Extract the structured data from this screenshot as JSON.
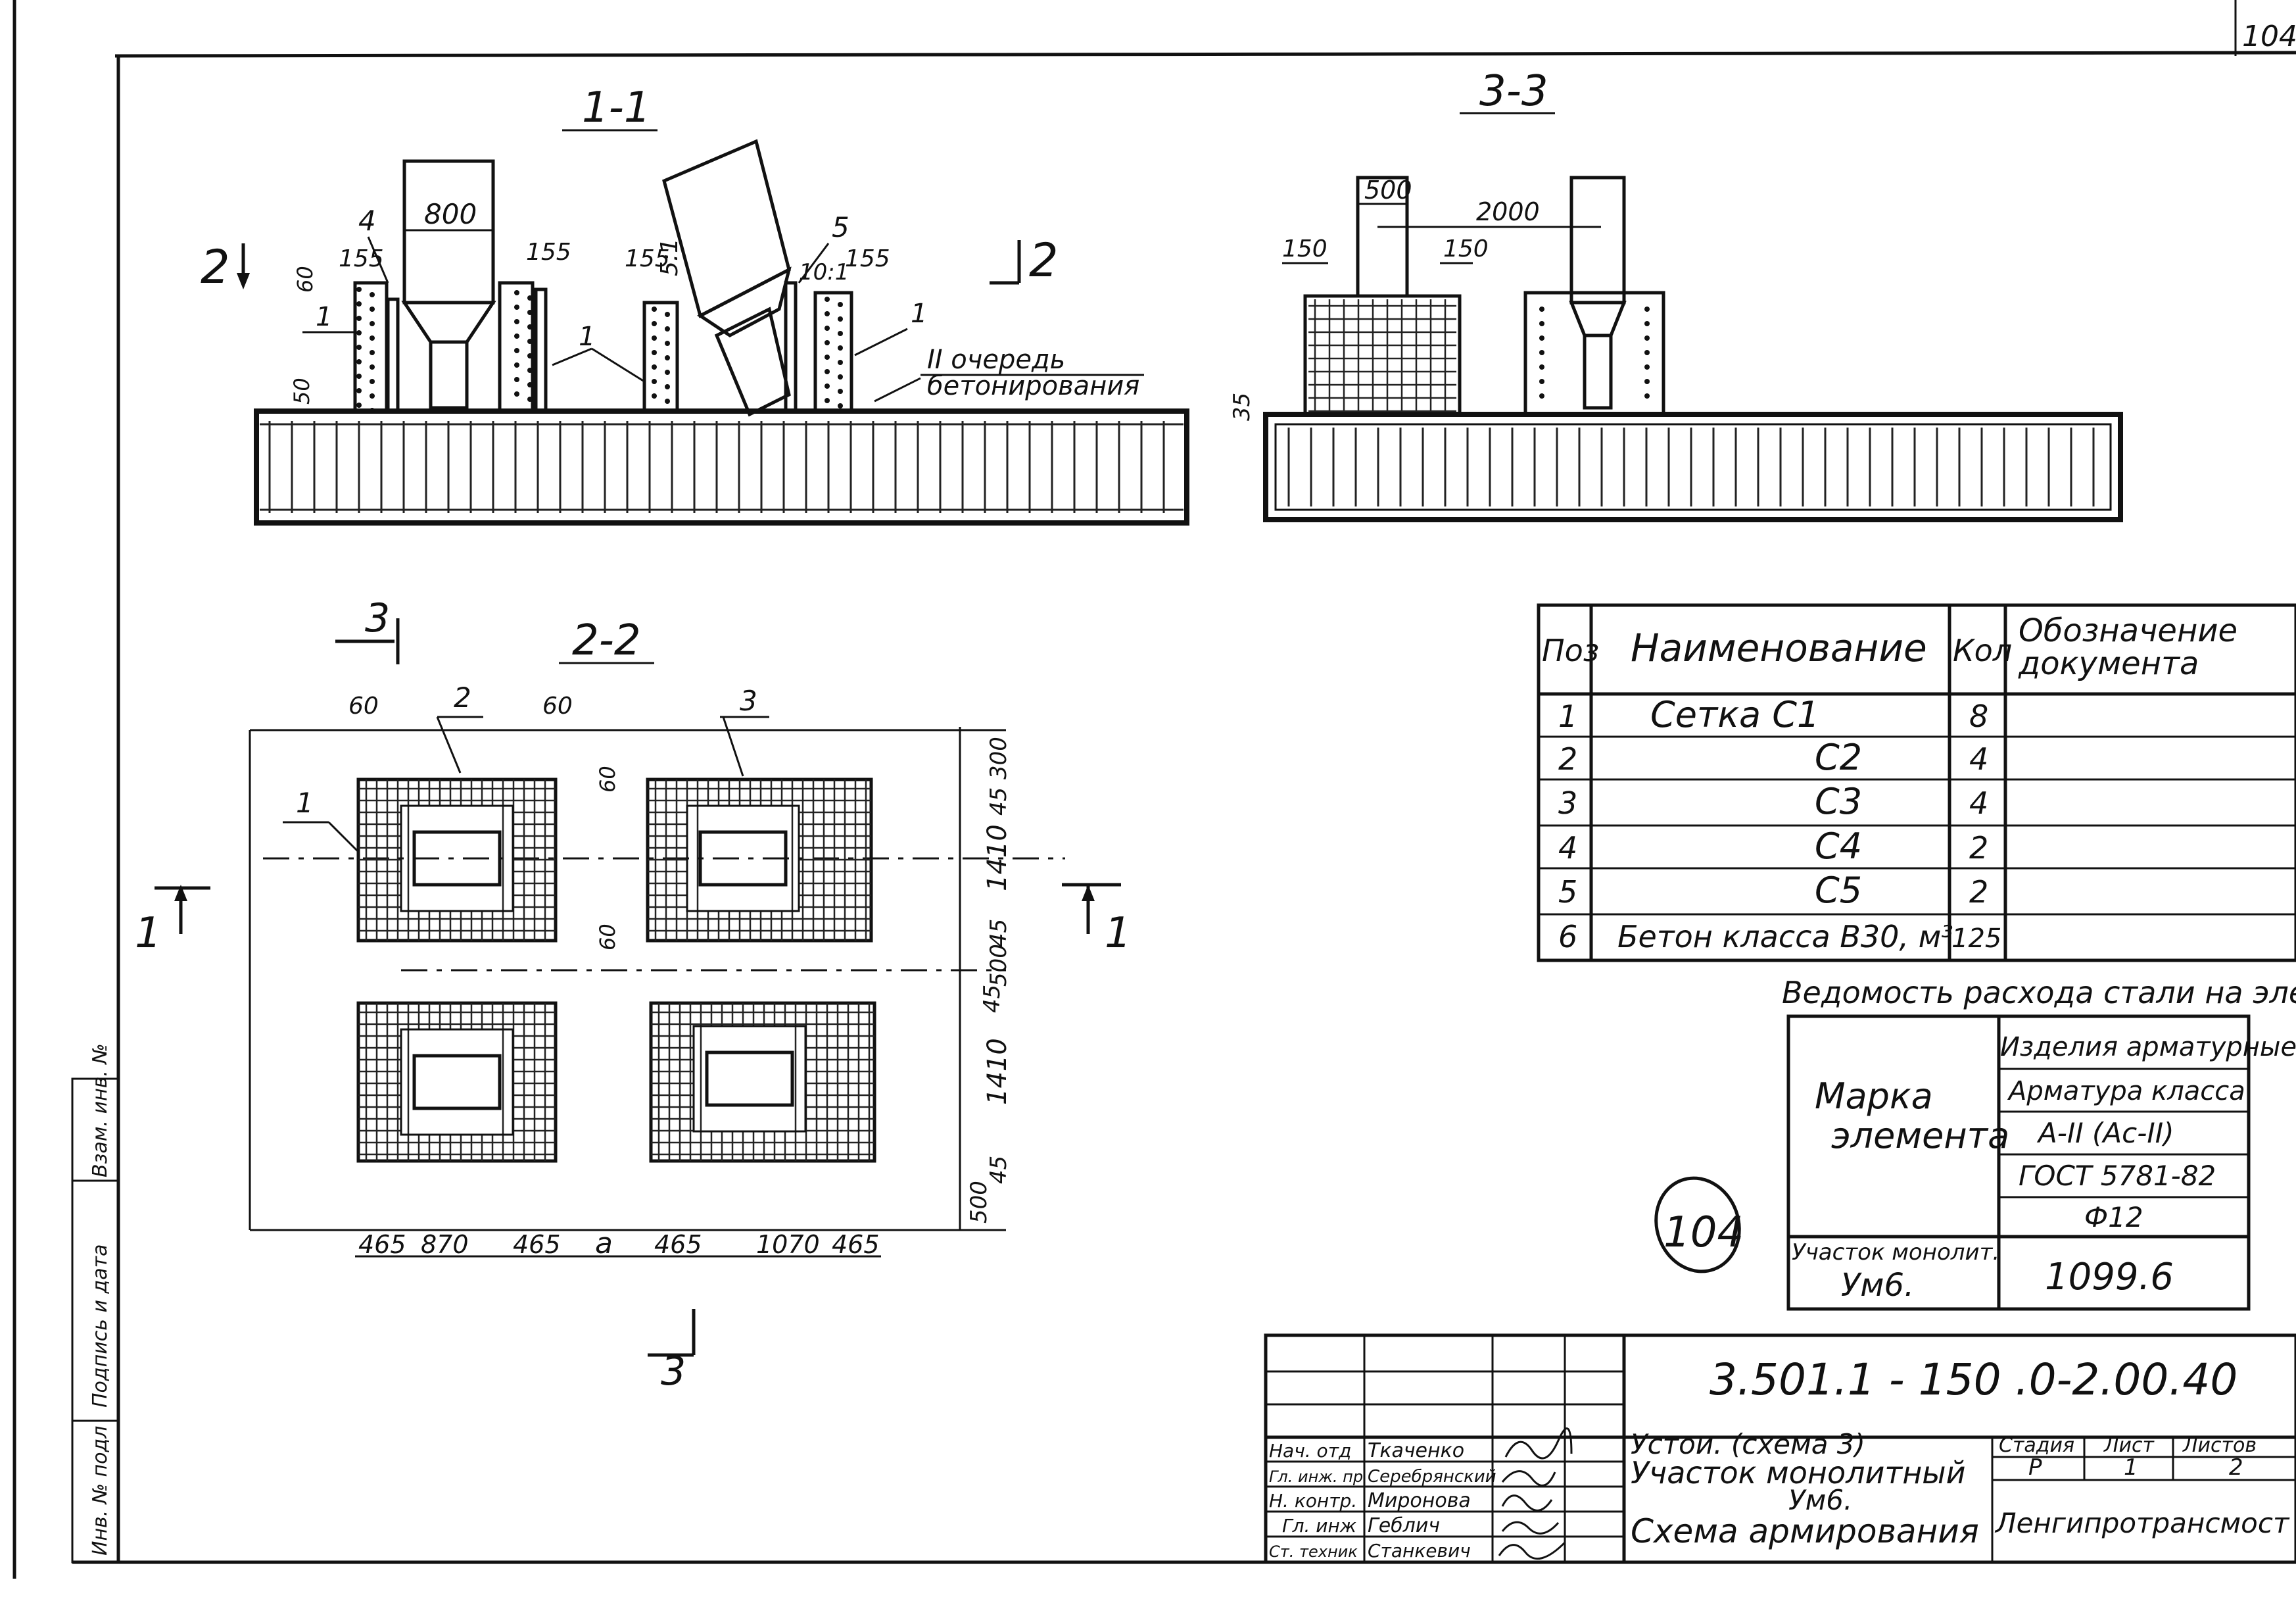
{
  "page_number": "104",
  "sections": {
    "s11": {
      "label": "1-1",
      "dim_800": "800",
      "dim_155a": "155",
      "dim_155b": "155",
      "dim_155c": "155",
      "dim_155d": "155",
      "dim_60": "60",
      "dim_50": "50",
      "pos_4": "4",
      "pos_5": "5",
      "pos_1a": "1",
      "pos_1b": "1",
      "pos_1c": "1",
      "slope_51": "5:1",
      "slope_101": "10:1",
      "cut2_left": "2",
      "cut2_right": "2",
      "note_line1": "II очередь",
      "note_line2": "бетонирования"
    },
    "s33": {
      "label": "3-3",
      "dim_500": "500",
      "dim_2000": "2000",
      "dim_150a": "150",
      "dim_150b": "150",
      "dim_35": "35"
    },
    "s22": {
      "label": "2-2",
      "cut3_top": "3",
      "cut3_bottom": "3",
      "cut1_left": "1",
      "cut1_right": "1",
      "dim_60a": "60",
      "dim_60b": "60",
      "dim_60c": "60",
      "dim_60d": "60",
      "pos_2": "2",
      "pos_3": "3",
      "pos_1": "1",
      "bottom_dims": [
        "465",
        "870",
        "465",
        "a",
        "465",
        "1070",
        "465"
      ],
      "right_dims": [
        "300",
        "45",
        "1410",
        "45",
        "500",
        "45",
        "1410",
        "45",
        "500"
      ]
    }
  },
  "spec_table": {
    "headers": {
      "pos": "Поз",
      "name": "Наименование",
      "qty": "Кол",
      "doc_line1": "Обозначение",
      "doc_line2": "документа"
    },
    "rows": [
      {
        "pos": "1",
        "name": "Сетка С1",
        "qty": "8"
      },
      {
        "pos": "2",
        "name": "С2",
        "qty": "4"
      },
      {
        "pos": "3",
        "name": "С3",
        "qty": "4"
      },
      {
        "pos": "4",
        "name": "С4",
        "qty": "2"
      },
      {
        "pos": "5",
        "name": "С5",
        "qty": "2"
      },
      {
        "pos": "6",
        "name": "Бетон класса В30, м³",
        "qty": "125"
      }
    ]
  },
  "steel_table": {
    "title": "Ведомость расхода стали на элемент, кг",
    "mark_line1": "Марка",
    "mark_line2": "элемента",
    "h1": "Изделия арматурные",
    "h2": "Арматура класса",
    "h3": "А-II (Ас-II)",
    "h4": "ГОСТ 5781-82",
    "h5": "Ф12",
    "row_label_line1": "Участок монолит.",
    "row_label_line2": "Ум6.",
    "row_value": "1099.6"
  },
  "stamp_circle": "104",
  "title_block": {
    "code": "3.501.1 - 150 .0-2.00.40",
    "desc_line1": "Устои. (схема 3)",
    "desc_line2": "Участок монолитный",
    "desc_line3": "Ум6.",
    "desc_line4": "Схема армирования",
    "stage_h": "Стадия",
    "sheet_h": "Лист",
    "sheets_h": "Листов",
    "stage": "Р",
    "sheet": "1",
    "sheets": "2",
    "org": "Ленгипротрансмост",
    "roles": [
      "Нач. отд",
      "Гл. инж. пр",
      "Н. контр.",
      "Гл. инж",
      "Ст. техник"
    ],
    "names": [
      "Ткаченко",
      "Серебрянский",
      "Миронова",
      "Геблич",
      "Станкевич"
    ]
  },
  "side_block": {
    "inv_orig": "Инв. № подл",
    "sign_date": "Подпись и дата",
    "inv_replace": "Взам. инв. №"
  }
}
